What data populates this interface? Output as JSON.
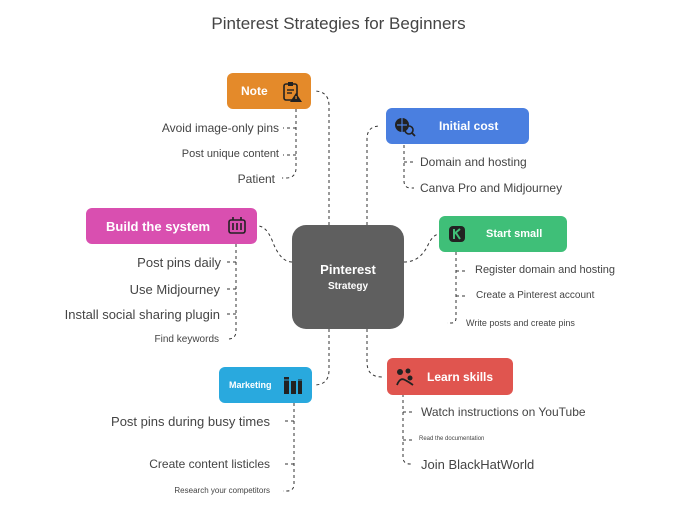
{
  "title": "Pinterest Strategies for Beginners",
  "center": {
    "line1": "Pinterest",
    "line2": "Strategy"
  },
  "colors": {
    "note": "#e48a2a",
    "initial_cost": "#4a7fe0",
    "build_system": "#d94fb0",
    "start_small": "#3fbf78",
    "learn_skills": "#e0554f",
    "marketing": "#29a9de",
    "center": "#5f5f5f"
  },
  "branches": {
    "note": {
      "label": "Note",
      "icon": "clipboard-warning-icon",
      "items": [
        "Avoid image-only pins",
        "Post unique content",
        "Patient"
      ]
    },
    "initial_cost": {
      "label": "Initial cost",
      "icon": "money-search-icon",
      "items": [
        "Domain and hosting",
        "Canva Pro and Midjourney"
      ]
    },
    "build_system": {
      "label": "Build the system",
      "icon": "server-gear-icon",
      "items": [
        "Post pins daily",
        "Use Midjourney",
        "Install social sharing plugin",
        "Find keywords"
      ]
    },
    "start_small": {
      "label": "Start small",
      "icon": "k-logo-icon",
      "items": [
        "Register domain and hosting",
        "Create a Pinterest account",
        "Write posts and create pins"
      ]
    },
    "learn_skills": {
      "label": "Learn skills",
      "icon": "skills-icon",
      "items": [
        "Watch instructions on YouTube",
        "Read the documentation",
        "Join BlackHatWorld"
      ]
    },
    "marketing": {
      "label": "Marketing",
      "icon": "bar-chart-icon",
      "items": [
        "Post pins during busy times",
        "Create content listicles",
        "Research your competitors"
      ]
    }
  }
}
